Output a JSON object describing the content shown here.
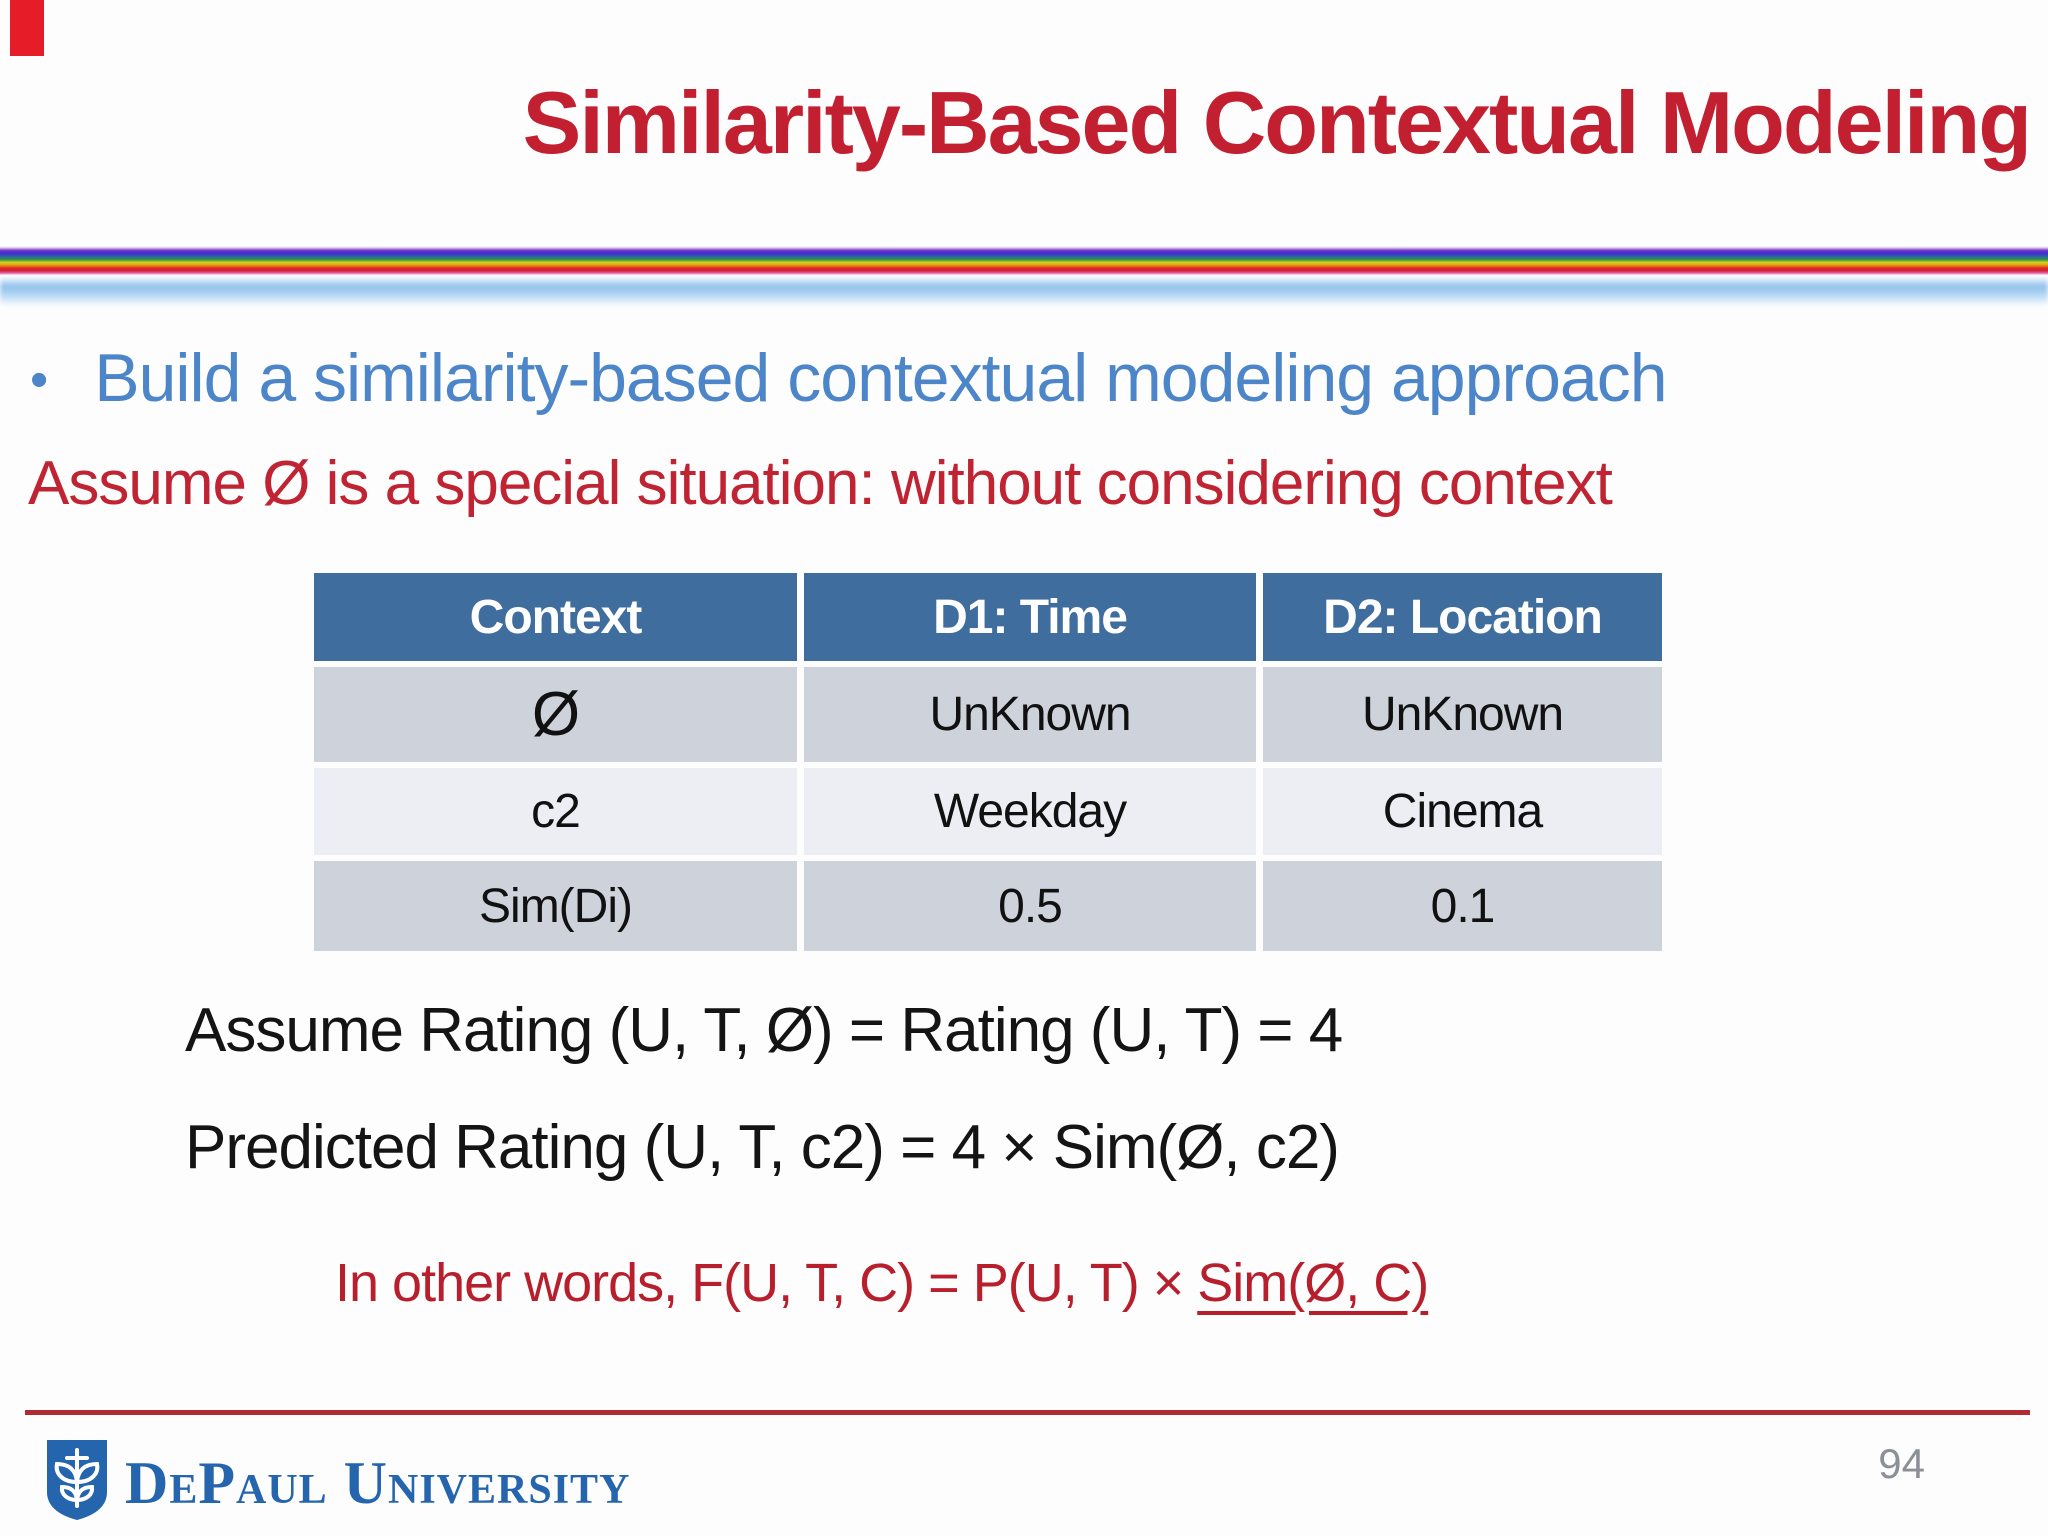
{
  "slide": {
    "title": "Similarity-Based Contextual Modeling",
    "bullet": {
      "marker": "•",
      "text": "Build a similarity-based contextual modeling approach"
    },
    "assumption": "Assume Ø is a special situation: without considering context",
    "table": {
      "headers": [
        "Context",
        "D1: Time",
        "D2: Location"
      ],
      "rows": [
        [
          "Ø",
          "UnKnown",
          "UnKnown"
        ],
        [
          "c2",
          "Weekday",
          "Cinema"
        ],
        [
          "Sim(Di)",
          "0.5",
          "0.1"
        ]
      ]
    },
    "formulas": {
      "assume_rating": "Assume Rating (U, T, Ø) = Rating (U, T) = 4",
      "predicted_rating": "Predicted Rating (U, T, c2) = 4 × Sim(Ø, c2)"
    },
    "conclusion": {
      "prefix": "In other words, F(U, T, C) = P(U, T) × ",
      "underlined": "Sim(Ø, C)"
    },
    "footer": {
      "logo_text": "DePaul University",
      "page_number": "94"
    },
    "colors": {
      "title_red": "#c22031",
      "accent_red": "#c02433",
      "conclusion_red": "#b81f2c",
      "body_blue": "#4d86c8",
      "table_header_blue": "#3f6d9e",
      "table_row_dark": "#ced2db",
      "table_row_light": "#eceef3",
      "footer_line_red": "#b02c32",
      "logo_blue": "#2565ae",
      "page_number_gray": "#8b9097",
      "corner_marker_red": "#e61c28"
    }
  }
}
